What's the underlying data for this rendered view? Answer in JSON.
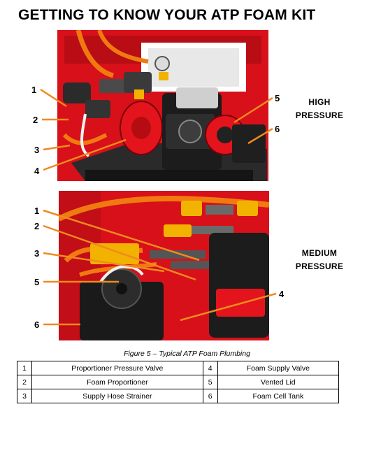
{
  "page_title": "GETTING TO KNOW YOUR ATP FOAM KIT",
  "top_figure": {
    "side_label_line1": "HIGH",
    "side_label_line2": "PRESSURE",
    "callouts_left": [
      "1",
      "2",
      "3",
      "4"
    ],
    "callouts_right": [
      "5",
      "6"
    ]
  },
  "bottom_figure": {
    "side_label_line1": "MEDIUM",
    "side_label_line2": "PRESSURE",
    "callouts_left": [
      "1",
      "2",
      "3",
      "5",
      "6"
    ],
    "callouts_right": [
      "4"
    ]
  },
  "caption": "Figure 5 – Typical ATP Foam Plumbing",
  "legend": [
    {
      "left_num": "1",
      "left_text": "Proportioner Pressure Valve",
      "right_num": "4",
      "right_text": "Foam Supply Valve"
    },
    {
      "left_num": "2",
      "left_text": "Foam Proportioner",
      "right_num": "5",
      "right_text": "Vented Lid"
    },
    {
      "left_num": "3",
      "left_text": "Supply Hose Strainer",
      "right_num": "6",
      "right_text": "Foam Cell Tank"
    }
  ],
  "colors": {
    "frame_red": "#d8101a",
    "hose_orange": "#f07a10",
    "callout_orange": "#f08a1e",
    "valve_yellow": "#f2b200",
    "engine_black": "#1c1c1c"
  }
}
